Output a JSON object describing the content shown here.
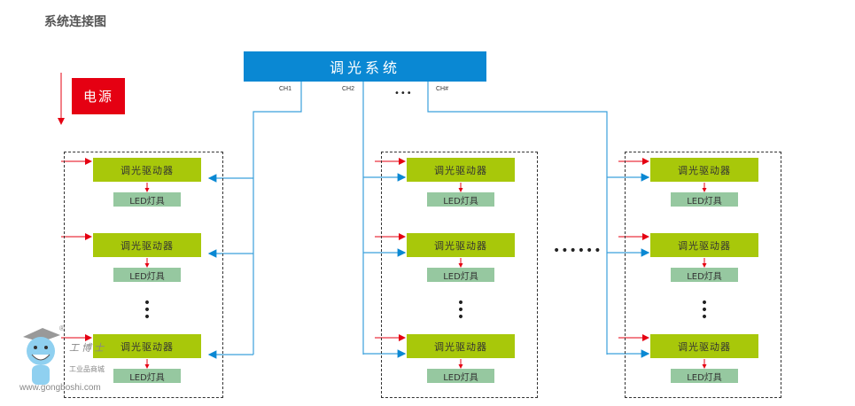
{
  "title": "系统连接图",
  "system": {
    "label": "调光系统",
    "channels": [
      "CH1",
      "CH2",
      "CH#"
    ],
    "ellipsis": "•••"
  },
  "power": {
    "label": "电源"
  },
  "groups": [
    {
      "drivers": [
        {
          "driver": "调光驱动器",
          "led": "LED灯具"
        },
        {
          "driver": "调光驱动器",
          "led": "LED灯具"
        },
        {
          "driver": "调光驱动器",
          "led": "LED灯具"
        }
      ]
    },
    {
      "drivers": [
        {
          "driver": "调光驱动器",
          "led": "LED灯具"
        },
        {
          "driver": "调光驱动器",
          "led": "LED灯具"
        },
        {
          "driver": "调光驱动器",
          "led": "LED灯具"
        }
      ]
    },
    {
      "drivers": [
        {
          "driver": "调光驱动器",
          "led": "LED灯具"
        },
        {
          "driver": "调光驱动器",
          "led": "LED灯具"
        },
        {
          "driver": "调光驱动器",
          "led": "LED灯具"
        }
      ]
    }
  ],
  "between_groups_ellipsis": "••••••",
  "vertical_ellipsis": "⋮",
  "watermark": {
    "brand": "工 博 士",
    "subtitle": "工业品商城",
    "url": "www.gongboshi.com",
    "registered": "®"
  },
  "colors": {
    "system_blue": "#0a88d3",
    "power_red": "#e50012",
    "driver_green": "#a8c80a",
    "led_green": "#96c8a0",
    "line_blue": "#3ba0dc",
    "arrow_red": "#e50012"
  }
}
